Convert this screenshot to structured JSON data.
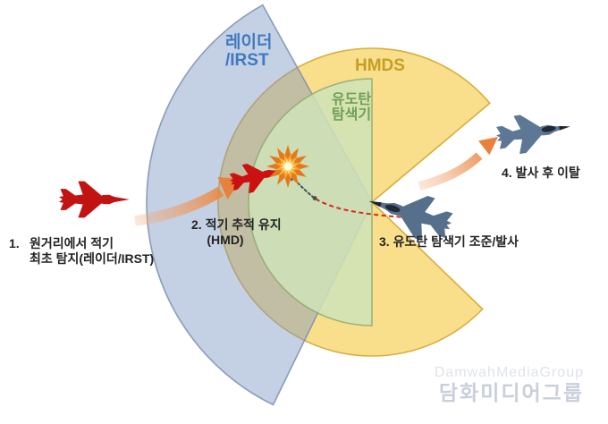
{
  "diagram": {
    "sectors": {
      "radar": {
        "line1": "레이더",
        "line2": "/IRST"
      },
      "hmds": {
        "label": "HMDS"
      },
      "seeker": {
        "line1": "유도탄",
        "line2": "탐색기"
      }
    },
    "steps": {
      "s1_num": "1.",
      "s1_line1": "원거리에서 적기",
      "s1_line2": "최초 탐지(레이더/IRST)",
      "s2_line1": "2. 적기 추적 유지",
      "s2_line2": "(HMD)",
      "s3": "3. 유도탄 탐색기 조준/발사",
      "s4": "4. 발사 후 이탈"
    },
    "icons": {
      "enemy_jet": "red-fighter-jet-silhouette",
      "burning_enemy_jet": "red-fighter-jet-with-fireball",
      "friendly_jet": "gray-stealth-fighter-silhouette",
      "explosion": "fireball-starburst",
      "tracking_arrow": "orange-swoosh-arrow",
      "egress_arrow": "orange-swoosh-arrow",
      "missile_path": "red-dashed-trajectory-with-dark-terminal-arrow"
    }
  },
  "colors": {
    "radar_fill": "#7d96c3",
    "radar_stroke": "#7b90ae",
    "radar_text": "#3d7ac2",
    "hmds_fill": "#f9df8b",
    "hmds_stroke": "#d9ad3c",
    "hmds_text": "#c59f22",
    "seeker_fill": "#cfe3b8",
    "seeker_stroke": "#8fac71",
    "seeker_text": "#6fa054",
    "enemy_jet_red": "#c21313",
    "friendly_jet_gray": "#5d7894",
    "arrow_orange": "#e8813b",
    "trajectory_red": "#d4291c",
    "trajectory_dark": "#474f55",
    "step_text": "#232323"
  },
  "watermark": {
    "line1": "DamwahMediaGroup",
    "line2": "담화미디어그룹"
  }
}
